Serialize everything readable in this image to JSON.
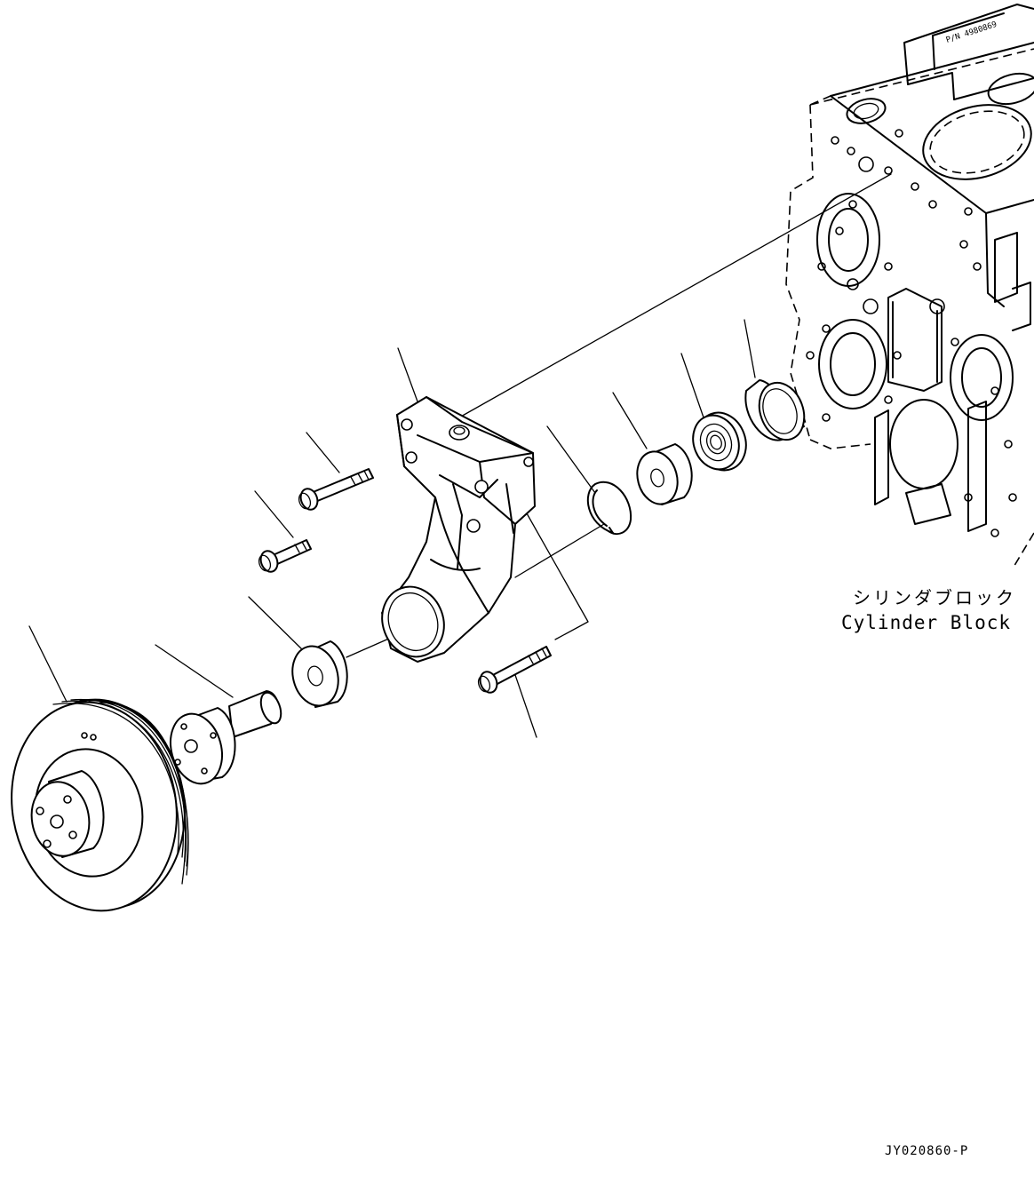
{
  "labels": {
    "cylinder_block_jp": "シリンダブロック",
    "cylinder_block_en": "Cylinder Block",
    "drawing_code": "JY020860-P",
    "block_part_number": "P/N 4980869"
  },
  "parts": [
    "pulley",
    "pulley-hub-shaft",
    "spacer-front",
    "bolt-short",
    "bolt-medium",
    "bracket",
    "bolt-long",
    "snap-ring",
    "spacer-rear",
    "bearing",
    "cap"
  ]
}
